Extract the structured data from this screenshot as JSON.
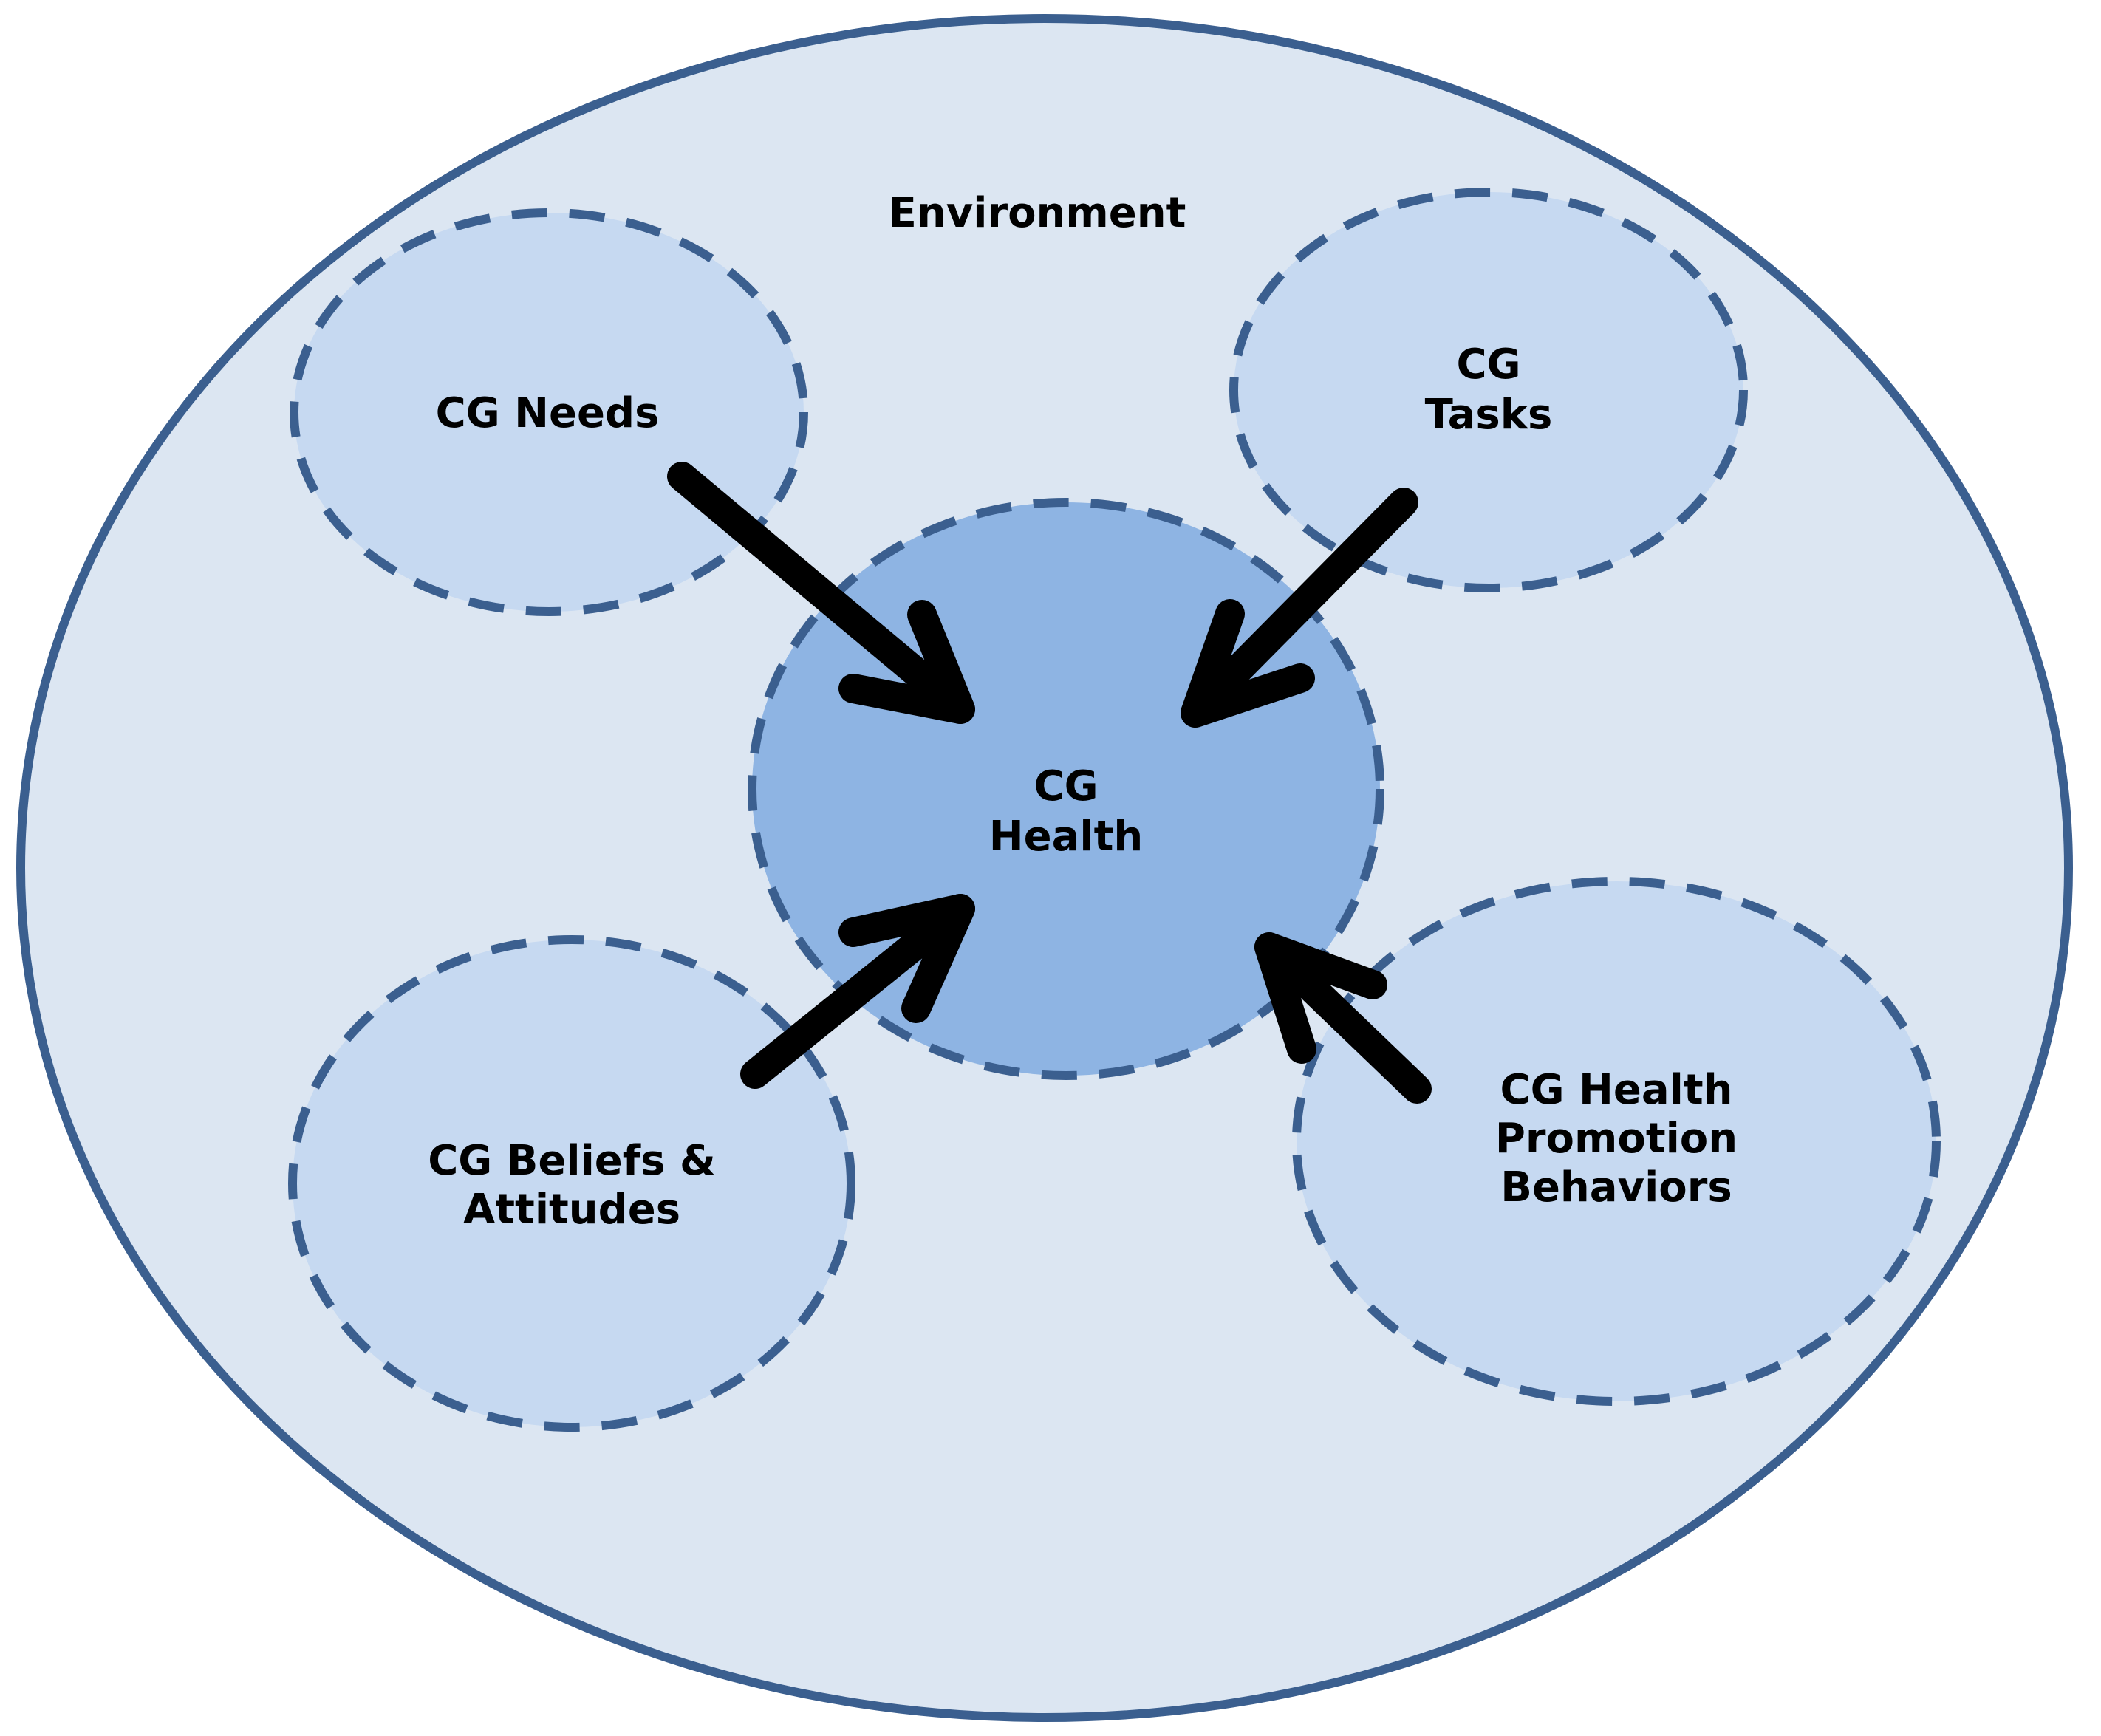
{
  "colors": {
    "environment_fill": "#dce6f2",
    "environment_stroke": "#3b5f8f",
    "node_fill": "#c6d9f1",
    "center_fill": "#8eb4e3",
    "node_stroke": "#3b5f8f",
    "arrow": "#000000"
  },
  "environment": {
    "label": "Environment"
  },
  "nodes": {
    "needs": {
      "label_lines": [
        "CG Needs"
      ]
    },
    "tasks": {
      "label_lines": [
        "CG",
        "Tasks"
      ]
    },
    "health": {
      "label_lines": [
        "CG",
        "Health"
      ]
    },
    "beliefs": {
      "label_lines": [
        "CG Beliefs &",
        "Attitudes"
      ]
    },
    "promotion": {
      "label_lines": [
        "CG Health",
        "Promotion",
        "Behaviors"
      ]
    }
  },
  "edges": [
    {
      "from": "CG Needs",
      "to": "CG Health"
    },
    {
      "from": "CG Tasks",
      "to": "CG Health"
    },
    {
      "from": "CG Beliefs & Attitudes",
      "to": "CG Health"
    },
    {
      "from": "CG Health Promotion Behaviors",
      "to": "CG Health"
    }
  ]
}
